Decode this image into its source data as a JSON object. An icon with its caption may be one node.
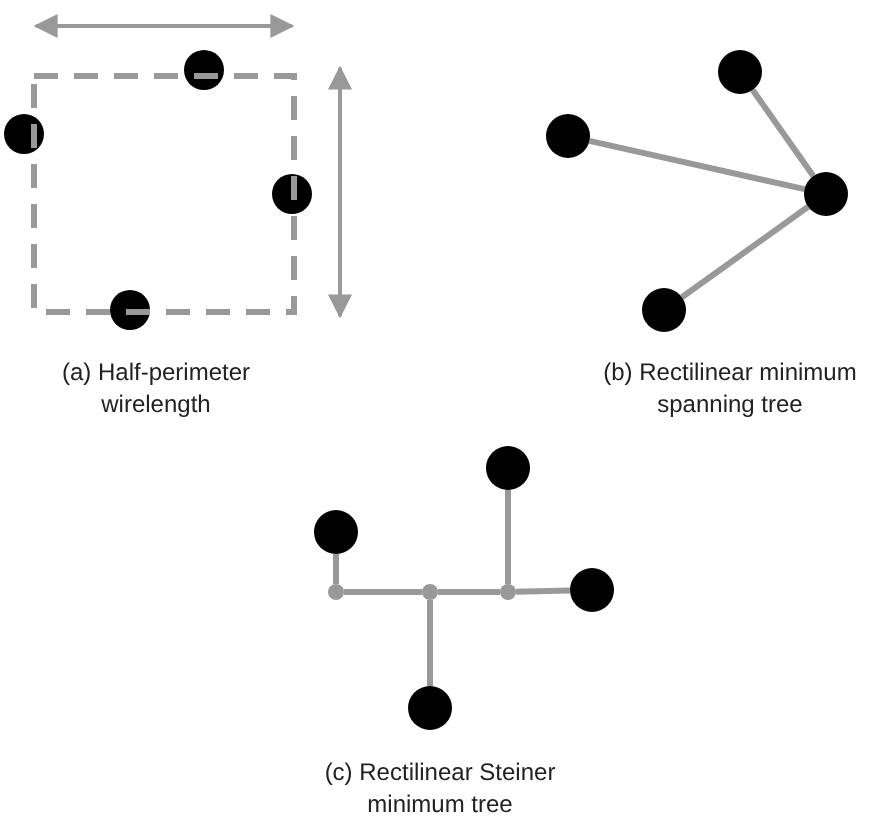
{
  "diagram": {
    "nodes": [
      {
        "text": [],
        "shape": "box"
      },
      {
        "text": [],
        "shape": "circle"
      },
      {
        "text": [],
        "shape": "circle"
      },
      {
        "text": [],
        "shape": "circle"
      },
      {
        "text": [],
        "shape": "circle"
      },
      {
        "text": [],
        "shape": "circle"
      },
      {
        "text": [],
        "shape": "circle"
      },
      {
        "text": [],
        "shape": "circle"
      },
      {
        "text": [],
        "shape": "circle"
      },
      {
        "text": [],
        "shape": "circle"
      },
      {
        "text": [],
        "shape": "circle"
      },
      {
        "text": [],
        "shape": "circle"
      },
      {
        "text": [],
        "shape": "circle"
      },
      {
        "text": [],
        "shape": "circle"
      },
      {
        "text": [],
        "shape": "circle"
      },
      {
        "text": [],
        "shape": "circle"
      }
    ],
    "edges": [
      {
        "from": 6,
        "to": 7,
        "arrow": "none"
      },
      {
        "from": 5,
        "to": 7,
        "arrow": "none"
      },
      {
        "from": 7,
        "to": 8,
        "arrow": "none"
      },
      {
        "from": 10,
        "to": 13,
        "arrow": "none"
      },
      {
        "from": 13,
        "to": 14,
        "arrow": "none"
      },
      {
        "from": 14,
        "to": 15,
        "arrow": "none"
      },
      {
        "from": 15,
        "to": 9,
        "arrow": "none"
      },
      {
        "from": 15,
        "to": 11,
        "arrow": "none"
      },
      {
        "from": 14,
        "to": 12,
        "arrow": "none"
      }
    ],
    "labels": [
      "(a) Half-perimeter wirelength",
      "(b) Rectilinear minimum spanning tree",
      "(c) Rectilinear Steiner minimum tree"
    ]
  }
}
